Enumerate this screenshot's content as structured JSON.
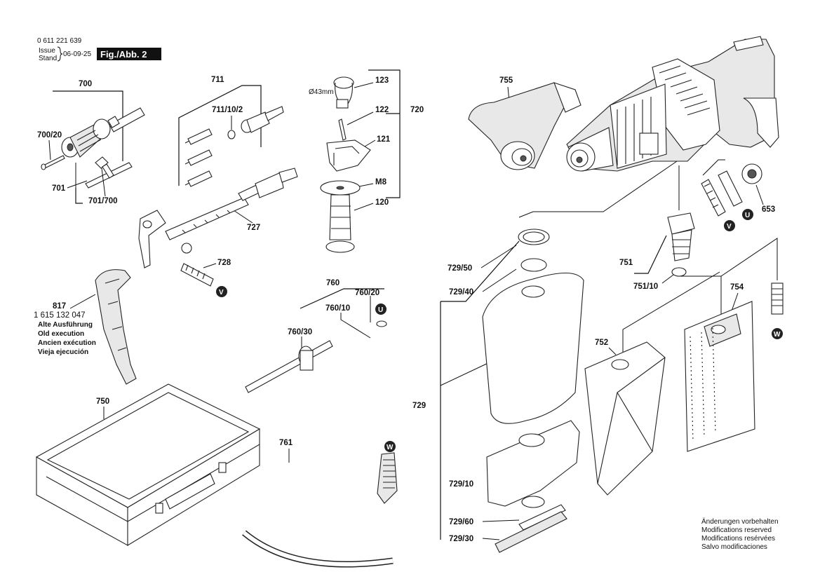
{
  "header": {
    "part_number": "0 611 221 639",
    "issue_label": "Issue",
    "stand_label": "Stand",
    "date": "06-09-25",
    "figure": "Fig./Abb. 2"
  },
  "labels": {
    "l700": "700",
    "l700_20": "700/20",
    "l701": "701",
    "l701_700": "701/700",
    "l711": "711",
    "l711_10_2": "711/10/2",
    "l123": "123",
    "l122": "122",
    "l121": "121",
    "l720": "720",
    "lM8": "M8",
    "l120": "120",
    "l43": "Ø43mm",
    "l727": "727",
    "l728": "728",
    "l755": "755",
    "l653": "653",
    "l751": "751",
    "l751_10": "751/10",
    "l729_50": "729/50",
    "l729_40": "729/40",
    "l729": "729",
    "l729_10": "729/10",
    "l729_60": "729/60",
    "l729_30": "729/30",
    "l754": "754",
    "l752": "752",
    "l760": "760",
    "l760_20": "760/20",
    "l760_10": "760/10",
    "l760_30": "760/30",
    "l761": "761",
    "l750": "750",
    "l817": "817",
    "l817_num": "1 615 132 047"
  },
  "old_execution": [
    "Alte Ausführung",
    "Old execution",
    "Ancien exécution",
    "Vieja ejecución"
  ],
  "modifications": [
    "Änderungen vorbehalten",
    "Modifications reserved",
    "Modifications resérvées",
    "Salvo modificaciones"
  ],
  "markers": {
    "v": "V",
    "u": "U",
    "w": "W"
  }
}
